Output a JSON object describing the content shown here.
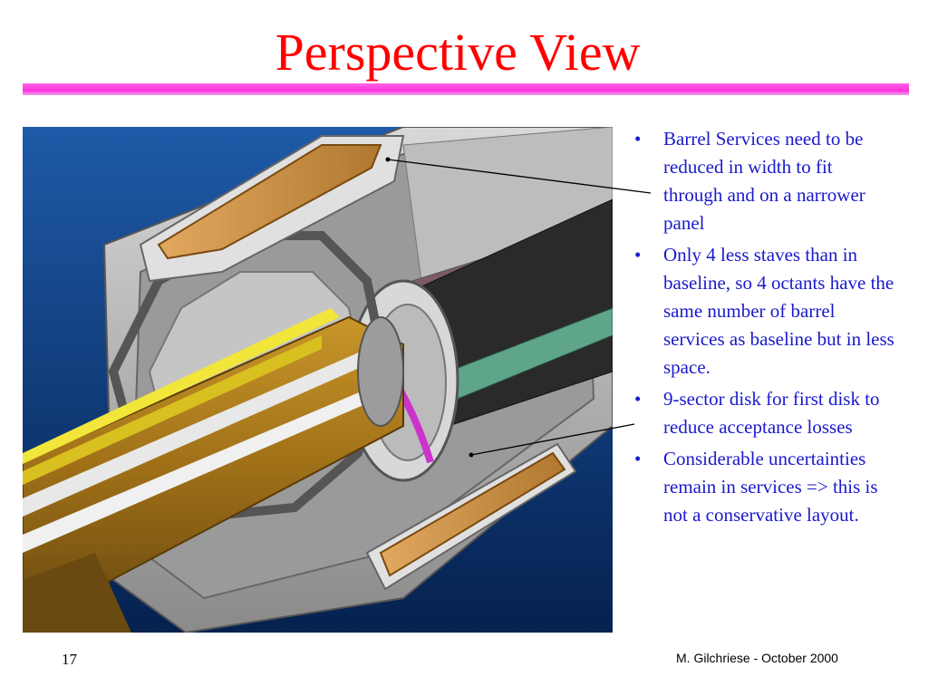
{
  "slide": {
    "title": "Perspective View",
    "page_number": "17",
    "footer": "M. Gilchriese - October 2000",
    "accent_color": "#ff0000",
    "rule_color": "#ff33dd",
    "text_color": "#1a1acc"
  },
  "bullets": [
    "Barrel Services need to be reduced in width to fit through and on a narrower panel",
    "Only 4 less staves than in baseline, so 4 octants have the same number of barrel services as baseline but in less space.",
    "9-sector disk for first disk to reduce acceptance losses",
    "Considerable uncertainties remain in services => this is not a conservative layout."
  ],
  "figure": {
    "bg_color": "#0a3a7a",
    "icon": "detector-cutaway-render"
  }
}
